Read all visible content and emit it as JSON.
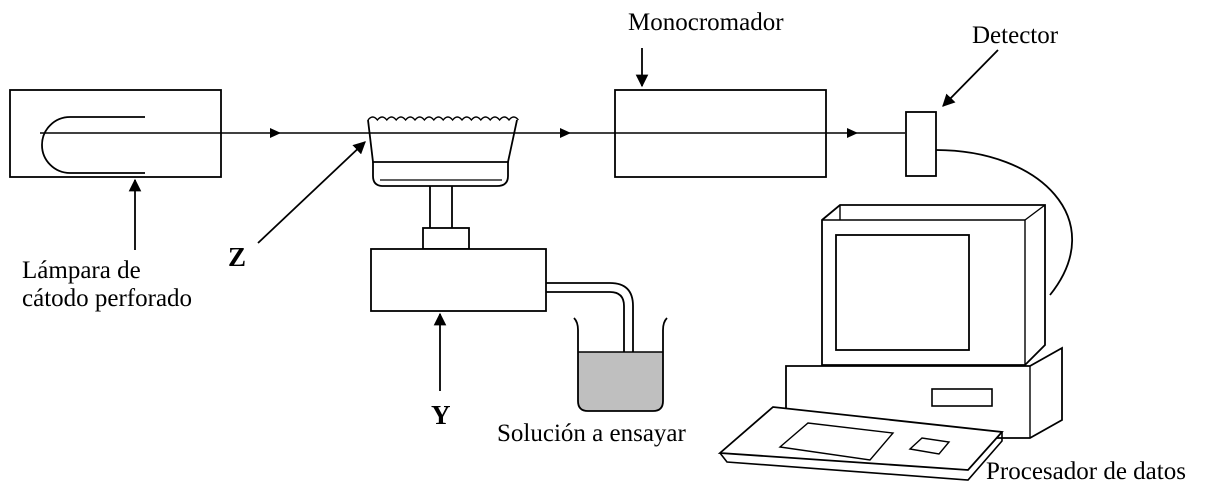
{
  "labels": {
    "monochromator": "Monocromador",
    "detector": "Detector",
    "lamp_line1": "Lámpara de",
    "lamp_line2": "cátodo perforado",
    "z": "Z",
    "y": "Y",
    "solution": "Solución a ensayar",
    "processor": "Procesador de datos"
  },
  "colors": {
    "line": "#000000",
    "liquid": "#bfbfbf",
    "background": "#ffffff"
  }
}
